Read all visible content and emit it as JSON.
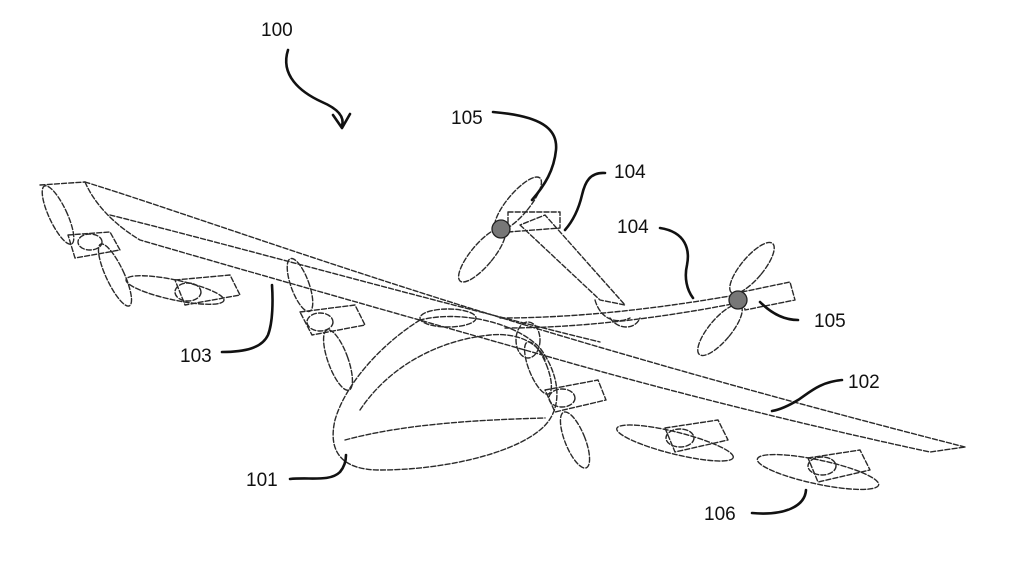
{
  "figure": {
    "labels": {
      "aircraft": "100",
      "fuselage": "101",
      "right_wing": "102",
      "left_wing": "103",
      "tail_boom_upper": "104",
      "tail_boom_lower": "104",
      "tail_rotor_upper": "105",
      "tail_rotor_right": "105",
      "wing_rotor": "106"
    },
    "colors": {
      "line": "#2a2a2a",
      "hub_fill": "#777777",
      "background": "#ffffff"
    }
  }
}
